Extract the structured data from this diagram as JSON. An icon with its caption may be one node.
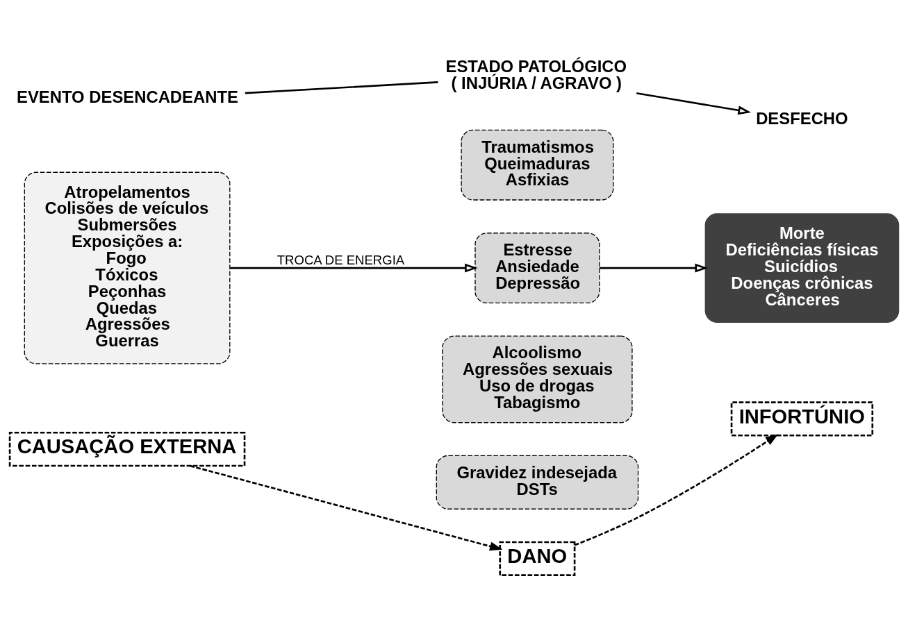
{
  "diagram": {
    "nodes": [
      {
        "text": [
          "EVENTO DESENCADEANTE"
        ]
      },
      {
        "text": [
          "ESTADO PATOLÓGICO",
          "( INJÚRIA / AGRAVO )"
        ]
      },
      {
        "text": [
          "DESFECHO"
        ]
      },
      {
        "text": [
          "Atropelamentos",
          "Colisões de veículos",
          "Submersões",
          "Exposições a:",
          "Fogo",
          "Tóxicos",
          "Peçonhas",
          "Quedas",
          "Agressões",
          "Guerras"
        ]
      },
      {
        "text": [
          "Traumatismos",
          "Queimaduras",
          "Asfixias"
        ]
      },
      {
        "text": [
          "Estresse",
          "Ansiedade",
          "Depressão"
        ]
      },
      {
        "text": [
          "Alcoolismo",
          "Agressões sexuais",
          "Uso de drogas",
          "Tabagismo"
        ]
      },
      {
        "text": [
          "Gravidez indesejada",
          "DSTs"
        ]
      },
      {
        "text": [
          "Morte",
          "Deficiências físicas",
          "Suicídios",
          "Doenças crônicas",
          "Cânceres"
        ]
      },
      {
        "text": [
          "CAUSAÇÃO EXTERNA"
        ]
      },
      {
        "text": [
          "DANO"
        ]
      },
      {
        "text": [
          "INFORTÚNIO"
        ]
      }
    ],
    "edges": [
      {
        "from": 0,
        "to": 1,
        "arrow": "none"
      },
      {
        "from": 1,
        "to": 2,
        "arrow": "to"
      },
      {
        "from": 3,
        "to": 5,
        "arrow": "to",
        "label": "TROCA DE ENERGIA"
      },
      {
        "from": 5,
        "to": 8,
        "arrow": "to"
      },
      {
        "from": 9,
        "to": 10,
        "arrow": "to",
        "style": "dashed"
      },
      {
        "from": 10,
        "to": 11,
        "arrow": "to",
        "style": "dashed"
      }
    ]
  }
}
